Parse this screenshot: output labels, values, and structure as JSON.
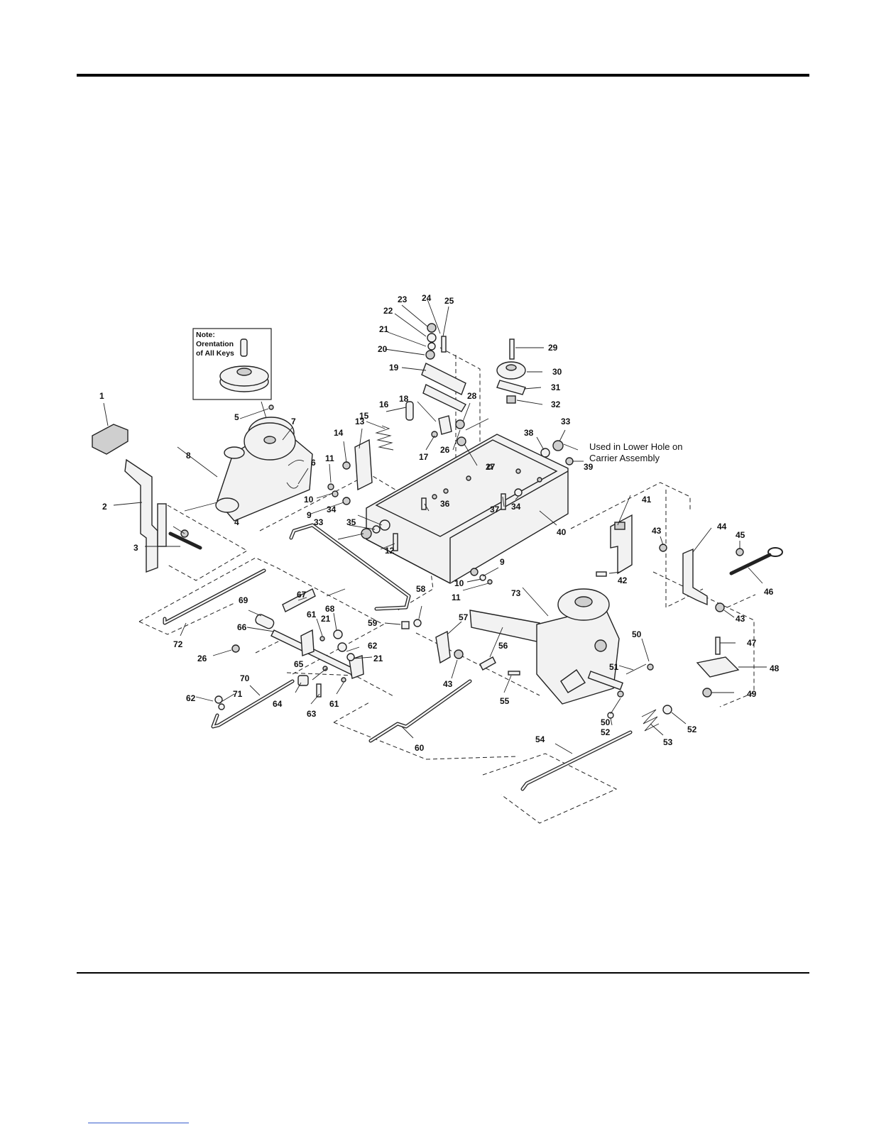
{
  "note": {
    "line1": "Note:",
    "line2": "Orentation",
    "line3": "of All Keys"
  },
  "callout": {
    "line1": "Used in Lower Hole on",
    "line2": "Carrier Assembly"
  },
  "labels": {
    "p1": "1",
    "p2": "2",
    "p3": "3",
    "p4": "4",
    "p5": "5",
    "p6": "6",
    "p7": "7",
    "p8": "8",
    "p9a": "9",
    "p9b": "9",
    "p10a": "10",
    "p10b": "10",
    "p11a": "11",
    "p11b": "11",
    "p12": "12",
    "p13": "13",
    "p14": "14",
    "p15": "15",
    "p16": "16",
    "p17": "17",
    "p18": "18",
    "p19": "19",
    "p20": "20",
    "p21a": "21",
    "p21b": "21",
    "p21c": "21",
    "p22": "22",
    "p23": "23",
    "p24": "24",
    "p25": "25",
    "p26a": "26",
    "p26b": "26",
    "p27": "27",
    "p28": "28",
    "p29": "29",
    "p30": "30",
    "p31": "31",
    "p32": "32",
    "p33a": "33",
    "p33b": "33",
    "p34a": "34",
    "p34b": "34",
    "p35": "35",
    "p36": "36",
    "p37": "37",
    "p38": "38",
    "p39": "39",
    "p40": "40",
    "p41": "41",
    "p42": "42",
    "p43a": "43",
    "p43b": "43",
    "p43c": "43",
    "p44": "44",
    "p45": "45",
    "p46": "46",
    "p47": "47",
    "p48": "48",
    "p49": "49",
    "p50a": "50",
    "p50b": "50",
    "p51": "51",
    "p52a": "52",
    "p52b": "52",
    "p53": "53",
    "p54": "54",
    "p55": "55",
    "p56": "56",
    "p57": "57",
    "p58": "58",
    "p59": "59",
    "p60": "60",
    "p61a": "61",
    "p61b": "61",
    "p62a": "62",
    "p62b": "62",
    "p63": "63",
    "p64": "64",
    "p65": "65",
    "p66": "66",
    "p67": "67",
    "p68": "68",
    "p69": "69",
    "p70": "70",
    "p71": "71",
    "p72": "72",
    "p73": "73"
  }
}
